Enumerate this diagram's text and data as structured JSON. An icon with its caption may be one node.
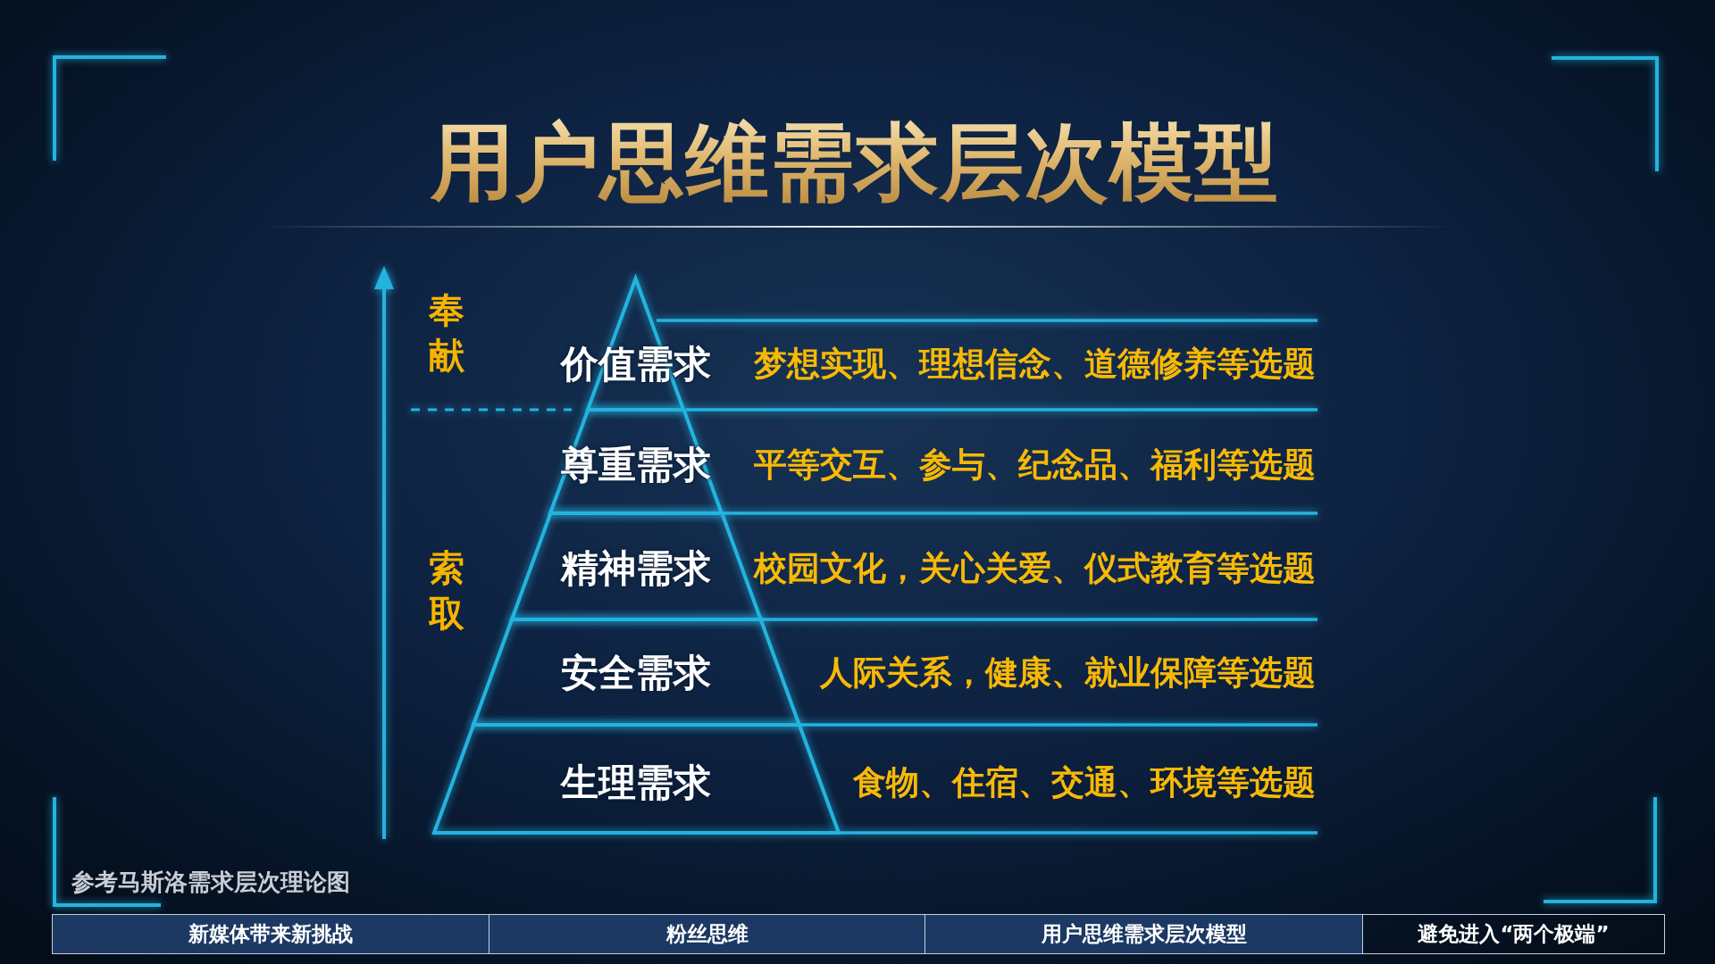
{
  "diagram": {
    "title": "用户思维需求层次模型",
    "caption": "参考马斯洛需求层次理论图",
    "nodes": [
      {
        "text": [
          "价值需求"
        ],
        "beside": [
          "梦想实现、理想信念、道德修养等选题"
        ]
      },
      {
        "text": [
          "尊重需求"
        ],
        "beside": [
          "平等交互、参与、纪念品、福利等选题"
        ]
      },
      {
        "text": [
          "精神需求"
        ],
        "beside": [
          "校园文化，关心关爱、仪式教育等选题"
        ]
      },
      {
        "text": [
          "安全需求"
        ],
        "beside": [
          "人际关系，健康、就业保障等选题"
        ]
      },
      {
        "text": [
          "生理需求"
        ],
        "beside": [
          "食物、住宿、交通、环境等选题"
        ]
      },
      {
        "text": [
          "新媒体带来新挑战"
        ]
      },
      {
        "text": [
          "粉丝思维"
        ]
      },
      {
        "text": [
          "用户思维需求层次模型"
        ]
      },
      {
        "text": [
          "避免进入“两个极端”"
        ]
      }
    ],
    "labels": [
      "奉献",
      "索取"
    ]
  }
}
